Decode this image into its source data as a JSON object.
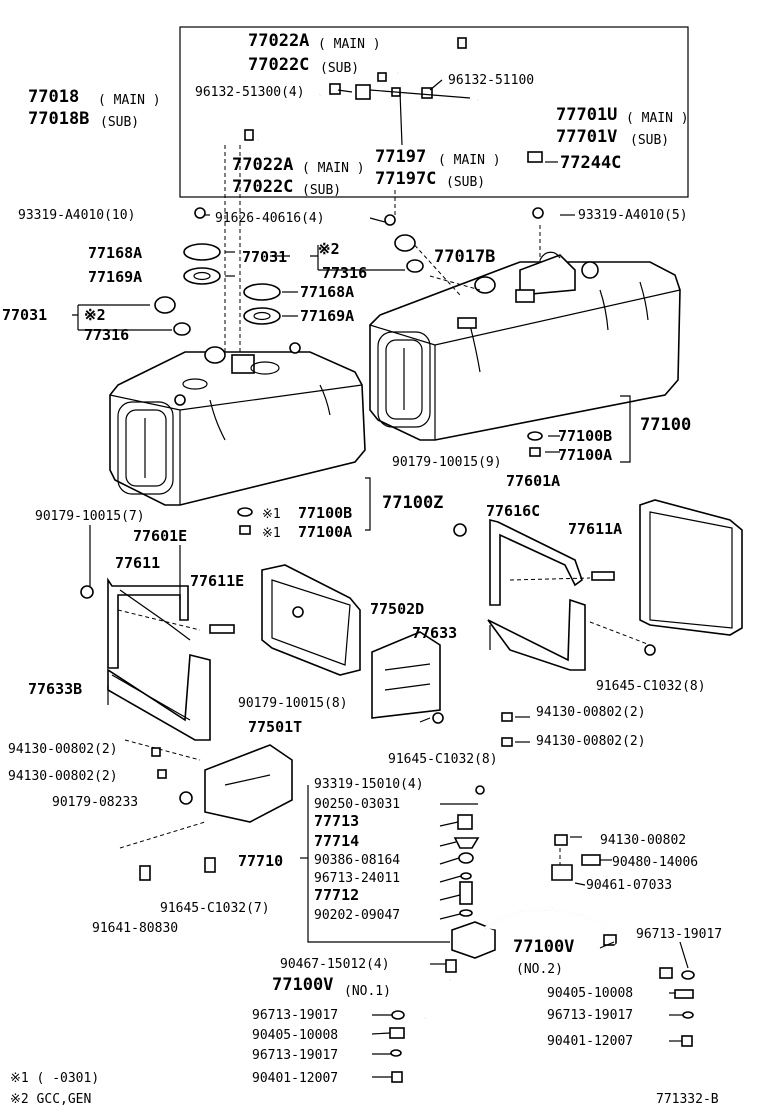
{
  "labels": {
    "p77022A_main": "77022A",
    "main_1": "( MAIN )",
    "p77022C_sub": "77022C",
    "sub_1": "(SUB)",
    "p77018": "77018",
    "main_2": "( MAIN )",
    "p77018B": "77018B",
    "sub_2": "(SUB)",
    "p96132_51300": "96132-51300(4)",
    "p96132_51100": "96132-51100",
    "p77701U": "77701U",
    "main_3": "( MAIN )",
    "p77701V": "77701V",
    "sub_3": "(SUB)",
    "p77022A_2": "77022A",
    "main_4": "( MAIN )",
    "p77022C_2": "77022C",
    "sub_4": "(SUB)",
    "p77197": "77197",
    "main_5": "( MAIN )",
    "p77197C": "77197C",
    "sub_5": "(SUB)",
    "p77244C": "77244C",
    "p93319_A4010_10": "93319-A4010(10)",
    "p91626_40616": "91626-40616(4)",
    "p93319_A4010_5": "93319-A4010(5)",
    "p77168A_1": "77168A",
    "p77169A_1": "77169A",
    "p77031_1": "77031",
    "mark2_1": "※2",
    "p77316_1": "77316",
    "p77017B": "77017B",
    "p77168A_2": "77168A",
    "p77169A_2": "77169A",
    "p77031_2": "77031",
    "mark2_2": "※2",
    "p77316_2": "77316",
    "p77100B_1": "77100B",
    "p77100_1": "77100",
    "p77100A_1": "77100A",
    "p90179_10015_9": "90179-10015(9)",
    "p77601A": "77601A",
    "p90179_10015_7": "90179-10015(7)",
    "mark1_1": "※1",
    "p77100B_2": "77100B",
    "p77100Z": "77100Z",
    "mark1_2": "※1",
    "p77100A_2": "77100A",
    "p77616C": "77616C",
    "p77601E": "77601E",
    "p77611A": "77611A",
    "p77611": "77611",
    "p77611E": "77611E",
    "p77502D": "77502D",
    "p77633": "77633",
    "p77633B": "77633B",
    "p90179_10015_8": "90179-10015(8)",
    "p91645_C1032_8a": "91645-C1032(8)",
    "p77501T": "77501T",
    "p94130_00802_2a": "94130-00802(2)",
    "p94130_00802_2b": "94130-00802(2)",
    "p91645_C1032_8b": "91645-C1032(8)",
    "p94130_00802_2c": "94130-00802(2)",
    "p94130_00802_2d": "94130-00802(2)",
    "p90179_08233": "90179-08233",
    "p93319_15010": "93319-15010(4)",
    "p90250_03031": "90250-03031",
    "p77713": "77713",
    "p77714": "77714",
    "p77710": "77710",
    "p90386_08164": "90386-08164",
    "p96713_24011": "96713-24011",
    "p77712": "77712",
    "p90202_09047": "90202-09047",
    "p91645_C1032_7": "91645-C1032(7)",
    "p91641_80830": "91641-80830",
    "p94130_00802": "94130-00802",
    "p90480_14006": "90480-14006",
    "p90461_07033": "90461-07033",
    "p77100V_2": "77100V",
    "no2": "(NO.2)",
    "p96713_19017_r": "96713-19017",
    "p90467_15012": "90467-15012(4)",
    "p77100V_1": "77100V",
    "no1": "(NO.1)",
    "p90405_10008_r": "90405-10008",
    "p96713_19017_r2": "96713-19017",
    "p90401_12007_r": "90401-12007",
    "p96713_19017_l1": "96713-19017",
    "p90405_10008_l": "90405-10008",
    "p96713_19017_l2": "96713-19017",
    "p90401_12007_l": "90401-12007",
    "note1": "※1 (     -0301)",
    "note2": "※2 GCC,GEN",
    "diagram_id": "771332-B"
  }
}
